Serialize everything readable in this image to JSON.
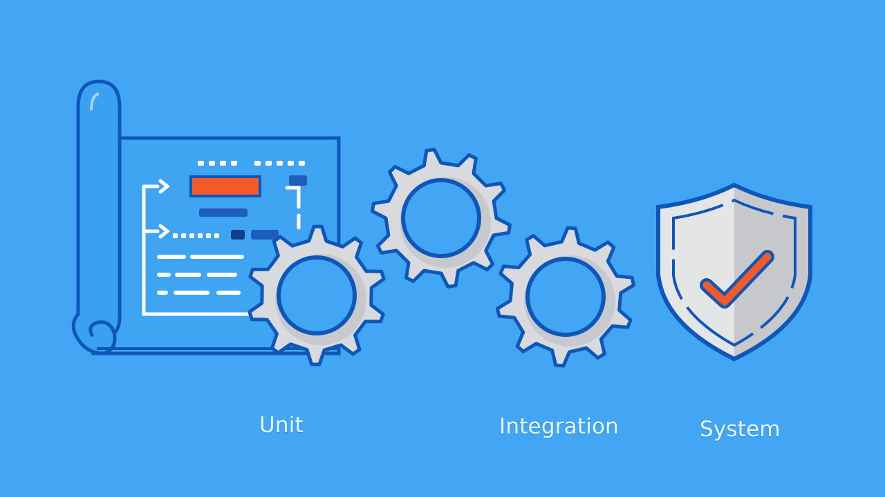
{
  "colors": {
    "background": "#42a6f5",
    "outline": "#0e56b8",
    "accent": "#f25a2a",
    "gear": "#d8dadd",
    "shield": "#e4e5e7"
  },
  "icons": [
    "blueprint-scroll-icon",
    "gear-icon",
    "gear-icon",
    "gear-icon",
    "shield-check-icon"
  ],
  "labels": {
    "unit": "Unit",
    "integration": "Integration",
    "system": "System"
  }
}
